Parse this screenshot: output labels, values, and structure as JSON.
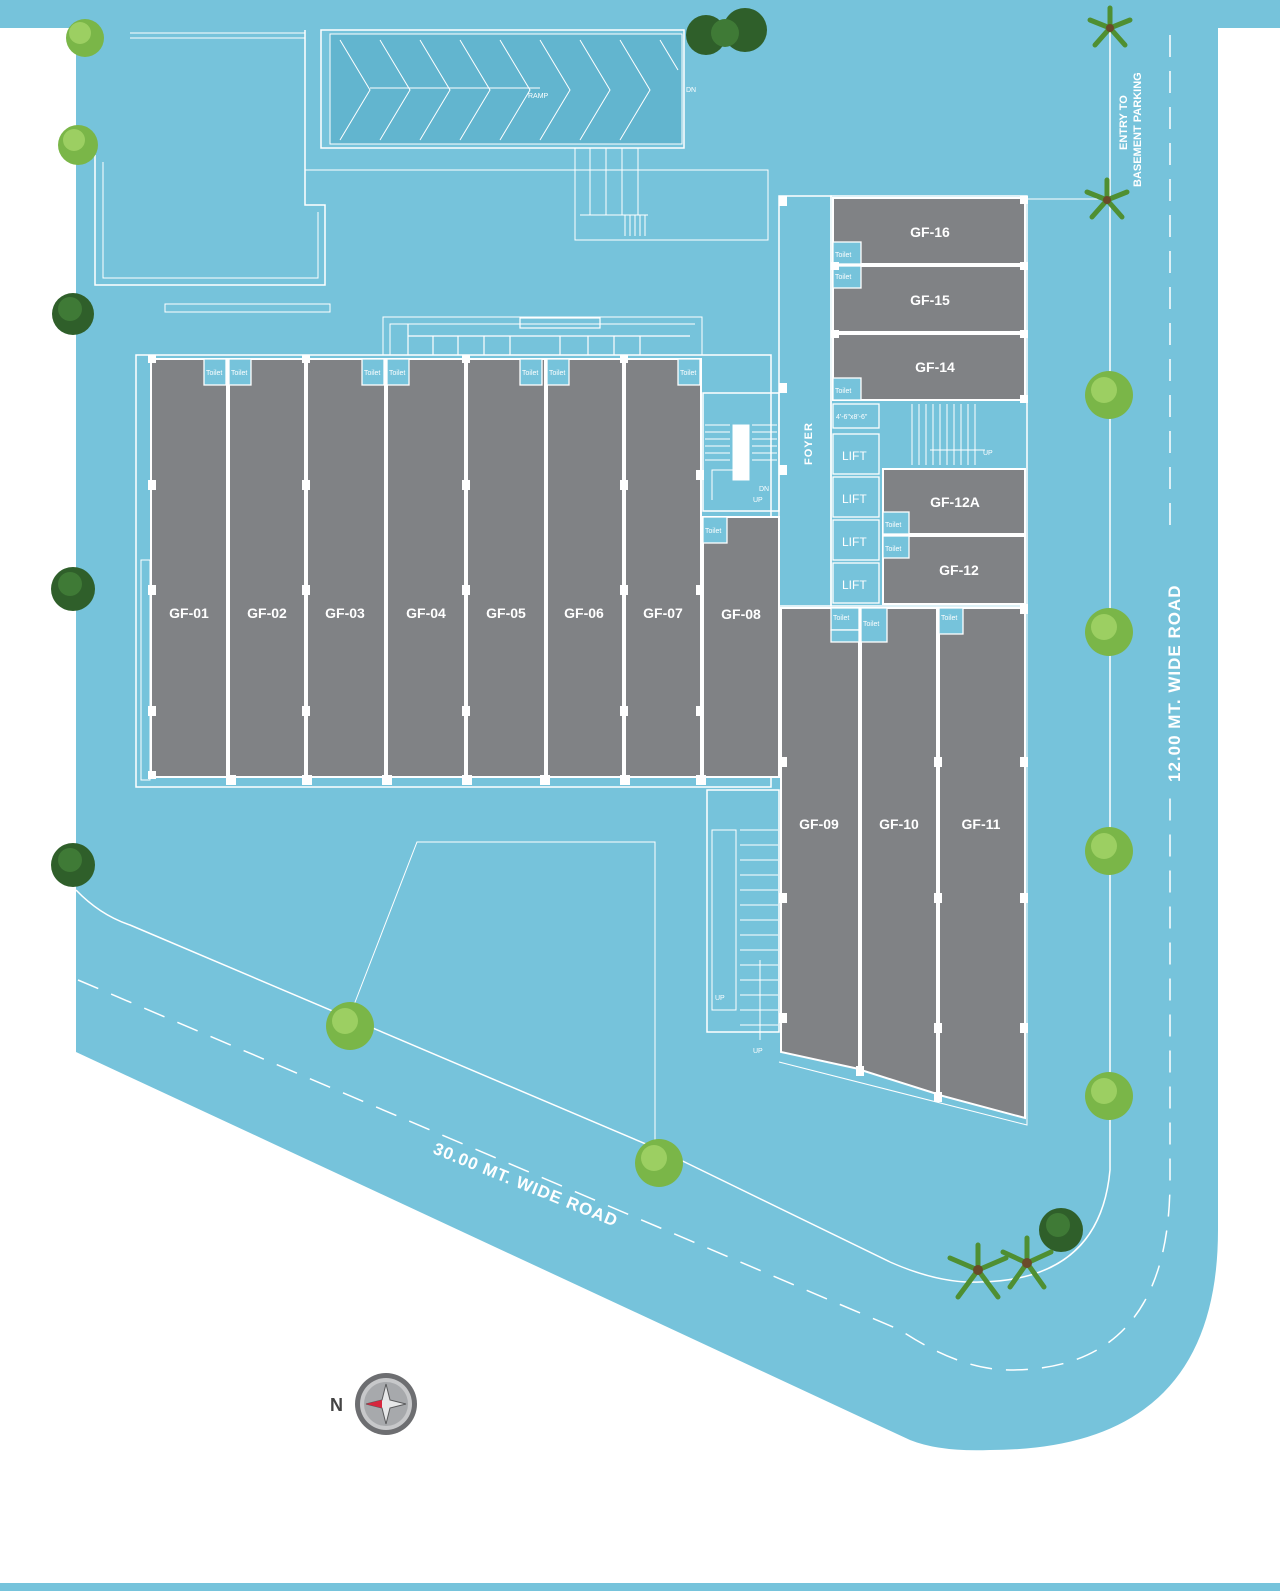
{
  "units": {
    "gf01": "GF-01",
    "gf02": "GF-02",
    "gf03": "GF-03",
    "gf04": "GF-04",
    "gf05": "GF-05",
    "gf06": "GF-06",
    "gf07": "GF-07",
    "gf08": "GF-08",
    "gf09": "GF-09",
    "gf10": "GF-10",
    "gf11": "GF-11",
    "gf12": "GF-12",
    "gf12a": "GF-12A",
    "gf14": "GF-14",
    "gf15": "GF-15",
    "gf16": "GF-16"
  },
  "labels": {
    "toilet": "Toilet",
    "lift": "LIFT",
    "foyer": "FOYER",
    "ramp": "RAMP",
    "dn": "DN",
    "up": "UP",
    "toilet_dim": "4'-6\"x8'-6\"",
    "entry_line1": "ENTRY TO",
    "entry_line2": "BASEMENT PARKING",
    "road_south": "30.00 MT. WIDE  ROAD",
    "road_east": "12.00 MT. WIDE  ROAD",
    "north": "N"
  },
  "colors": {
    "site": "#76c3db",
    "unit": "#808285",
    "lines": "#ffffff",
    "background": "#ffffff"
  }
}
